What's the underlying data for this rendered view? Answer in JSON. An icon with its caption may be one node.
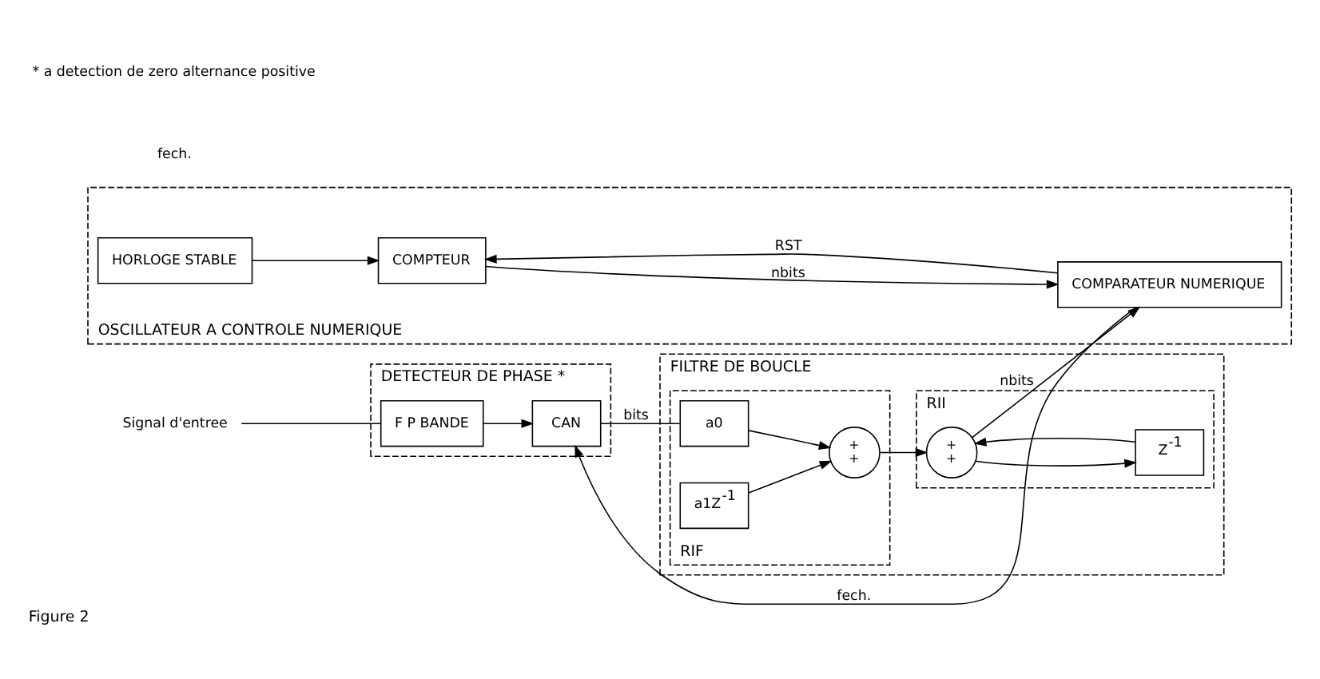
{
  "diagram": {
    "caption": "Figure 2",
    "nodes": [
      {
        "text": [
          "DETECTEUR DE PHASE *"
        ]
      },
      {
        "text": [
          "Signal d'entree"
        ]
      },
      {
        "text": [
          "F P BANDE"
        ],
        "in": 0
      },
      {
        "text": [
          "CAN"
        ],
        "in": 0
      },
      {
        "text": [
          "FILTRE DE BOUCLE"
        ]
      },
      {
        "text": [
          "RIF"
        ],
        "in": 4
      },
      {
        "text": [
          "a0"
        ],
        "in": 5
      },
      {
        "text": [
          "+",
          "+"
        ],
        "in": 5
      },
      {
        "text": [
          "a1Z$^{-1}$"
        ],
        "in": 5
      },
      {
        "text": [
          "RII"
        ],
        "in": 4
      },
      {
        "text": [
          "+",
          "+"
        ],
        "in": 9
      },
      {
        "text": [
          "Z$^{-1}$"
        ],
        "in": 9
      },
      {
        "text": [
          "OSCILLATEUR A CONTROLE NUMERIQUE"
        ]
      },
      {
        "text": [
          "COMPARATEUR NUMERIQUE"
        ],
        "in": 12
      },
      {
        "text": [
          "COMPTEUR"
        ],
        "in": 12
      },
      {
        "text": [
          "HORLOGE STABLE"
        ],
        "in": 12
      }
    ],
    "edges": [
      {
        "from": 1,
        "to": 2,
        "arrow": "none"
      },
      {
        "from": 2,
        "to": 3,
        "arrow": "to"
      },
      {
        "from": 3,
        "to": 6,
        "arrow": "none",
        "label": "bits"
      },
      {
        "from": 6,
        "to": 7,
        "arrow": "to"
      },
      {
        "from": 8,
        "to": 7,
        "arrow": "to"
      },
      {
        "from": 7,
        "to": 10,
        "arrow": "to"
      },
      {
        "from": 10,
        "to": 11,
        "arrow": "to"
      },
      {
        "from": 11,
        "to": 10,
        "arrow": "to"
      },
      {
        "from": 10,
        "to": 13,
        "arrow": "to",
        "label": "nbits"
      },
      {
        "from": 13,
        "to": 3,
        "arrow": "to",
        "label": "fech."
      },
      {
        "from": 13,
        "to": 14,
        "arrow": "to",
        "label": "RST"
      },
      {
        "from": 14,
        "to": 13,
        "arrow": "to",
        "label": "nbits"
      },
      {
        "from": 15,
        "to": 14,
        "arrow": "to"
      }
    ],
    "labels": [
      "fech.",
      "* a detection de zero alternance positive"
    ]
  }
}
